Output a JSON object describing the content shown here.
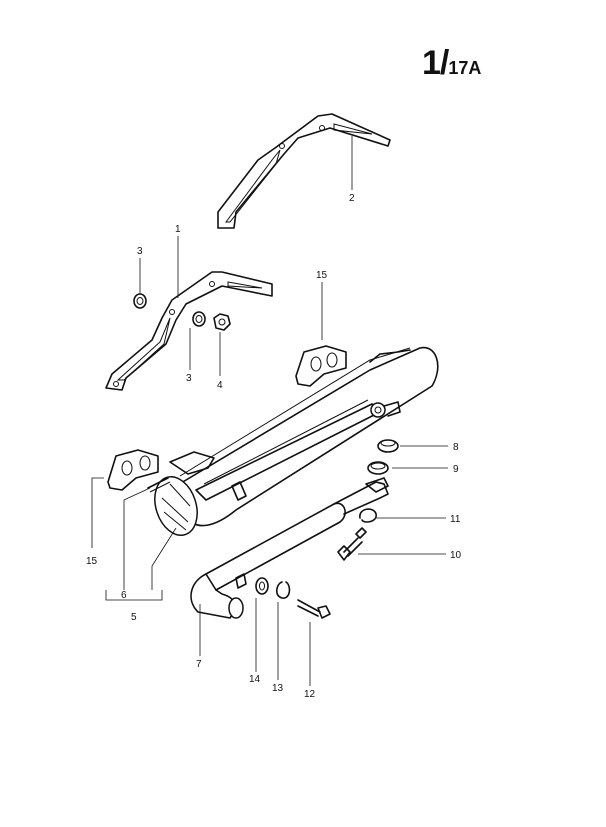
{
  "page_number": {
    "main": "1/",
    "suffix": "17A"
  },
  "callouts": {
    "c1": "1",
    "c2": "2",
    "c3a": "3",
    "c3b": "3",
    "c4": "4",
    "c5": "5",
    "c6": "6",
    "c7": "7",
    "c8": "8",
    "c9": "9",
    "c10": "10",
    "c11": "11",
    "c12": "12",
    "c13": "13",
    "c14": "14",
    "c15a": "15",
    "c15b": "15"
  }
}
